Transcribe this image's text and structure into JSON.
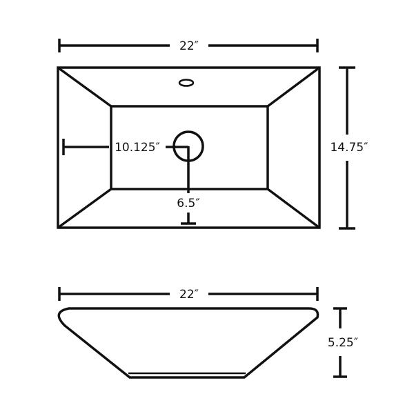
{
  "top_view": {
    "width_label": "22″",
    "depth_label": "14.75″",
    "drain_offset_label": "10.125″",
    "drain_depth_label": "6.5″"
  },
  "side_view": {
    "width_label": "22″",
    "height_label": "5.25″"
  },
  "colors": {
    "line": "#111111",
    "background": "#ffffff"
  }
}
